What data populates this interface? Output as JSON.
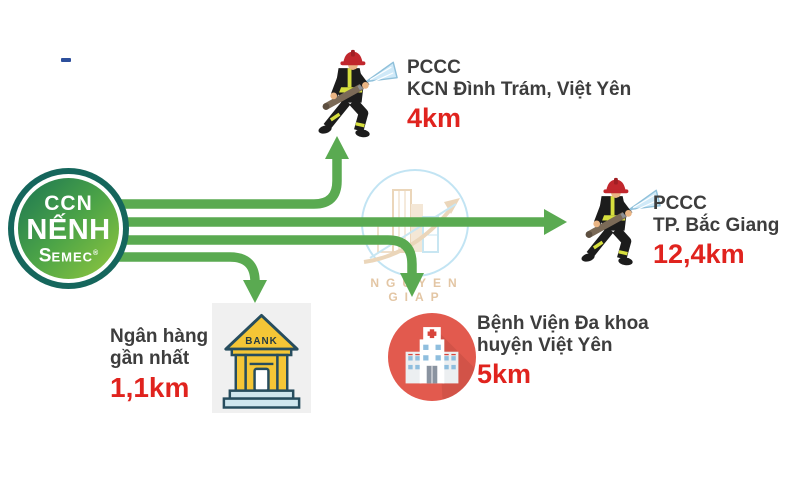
{
  "logo": {
    "line1": "CCN",
    "line2": "NẾNH",
    "semec_initial": "S",
    "semec_rest": "EMEC",
    "registered": "®"
  },
  "watermark": {
    "text": "NGUYEN GIAP"
  },
  "destinations": [
    {
      "name": "fire-station-kcn-dinh-tram",
      "icon": "firefighter-icon",
      "line1": "PCCC",
      "line2": "KCN Đình Trám, Việt Yên",
      "distance": "4km"
    },
    {
      "name": "fire-station-tp-bac-giang",
      "icon": "firefighter-icon",
      "line1": "PCCC",
      "line2": "TP. Bắc Giang",
      "distance": "12,4km"
    },
    {
      "name": "nearest-bank",
      "icon": "bank-icon",
      "icon_label": "BANK",
      "line1": "Ngân hàng",
      "line2": "gần nhất",
      "distance": "1,1km"
    },
    {
      "name": "district-hospital",
      "icon": "hospital-icon",
      "line1": "Bệnh Viện Đa khoa",
      "line2": "huyện Việt Yên",
      "distance": "5km"
    }
  ],
  "colors": {
    "arrow_green": "#5aaa51",
    "distance_red": "#e0231e",
    "label_dark": "#3d3d3d",
    "logo_ring_teal": "#15665c",
    "logo_green_dark": "#1b7553",
    "logo_green_light": "#93c83e",
    "bank_yellow": "#f5c636",
    "bank_outline": "#274d5e",
    "bank_base_blue": "#cfe6ee",
    "hospital_red": "#e25a4e",
    "window_blue": "#8fbede",
    "spray_blue": "#cfe9f8",
    "watermark_tan": "#e3c6a4",
    "watermark_blue": "#b8e0f2"
  }
}
